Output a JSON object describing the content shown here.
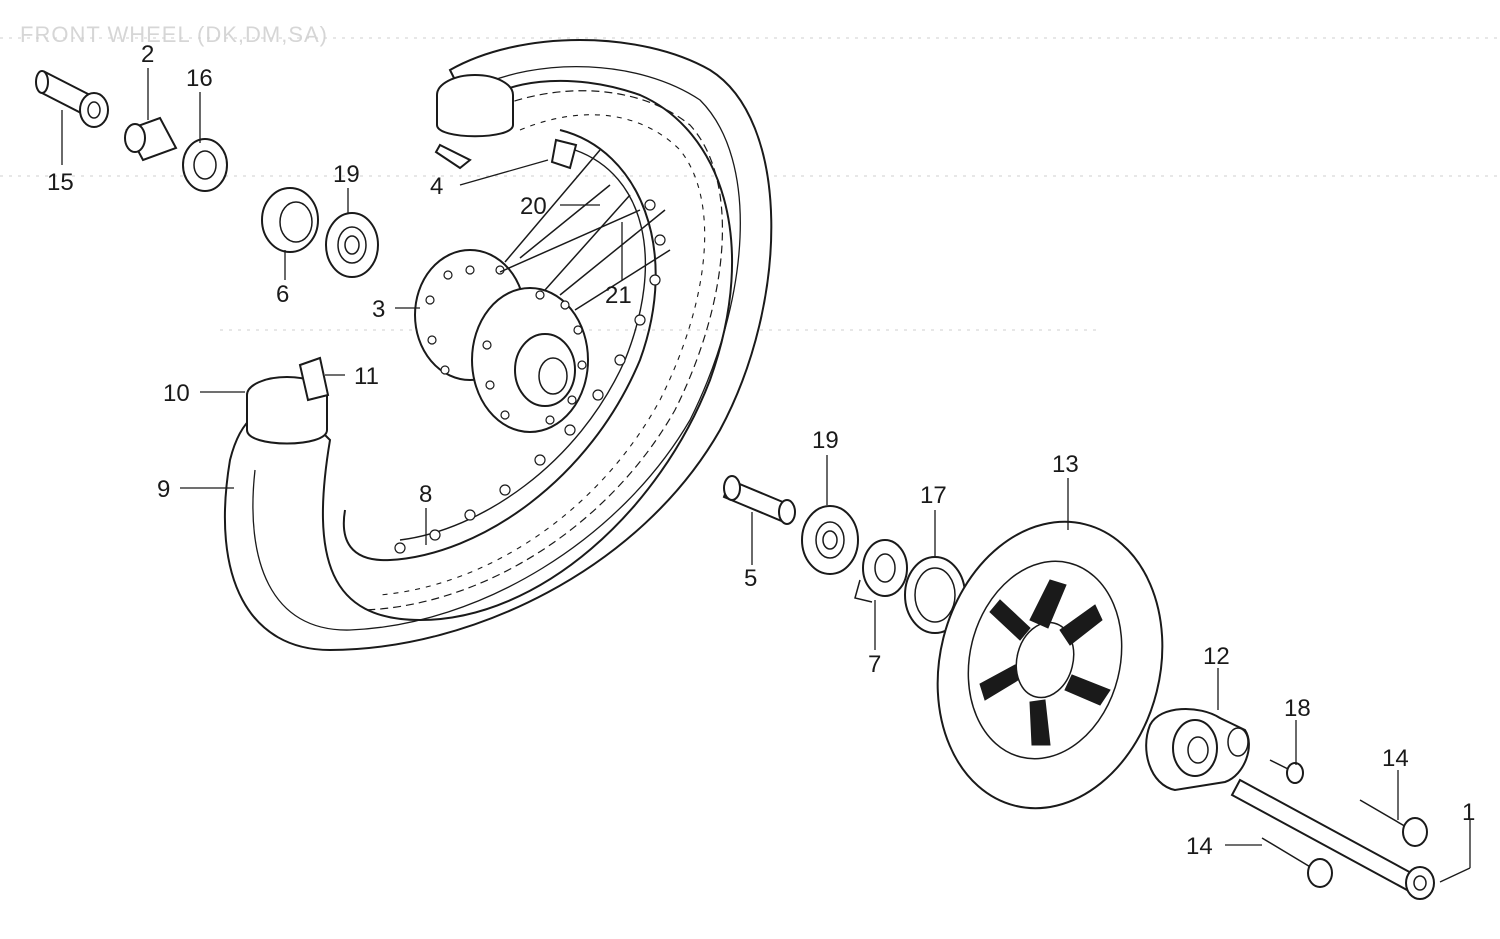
{
  "diagram": {
    "heading": "FRONT WHEEL (DK,DM,SA)",
    "callouts": [
      "15",
      "2",
      "16",
      "19",
      "6",
      "4",
      "20",
      "3",
      "21",
      "10",
      "11",
      "9",
      "8",
      "5",
      "19",
      "7",
      "17",
      "13",
      "12",
      "18",
      "14",
      "14",
      "1"
    ]
  }
}
